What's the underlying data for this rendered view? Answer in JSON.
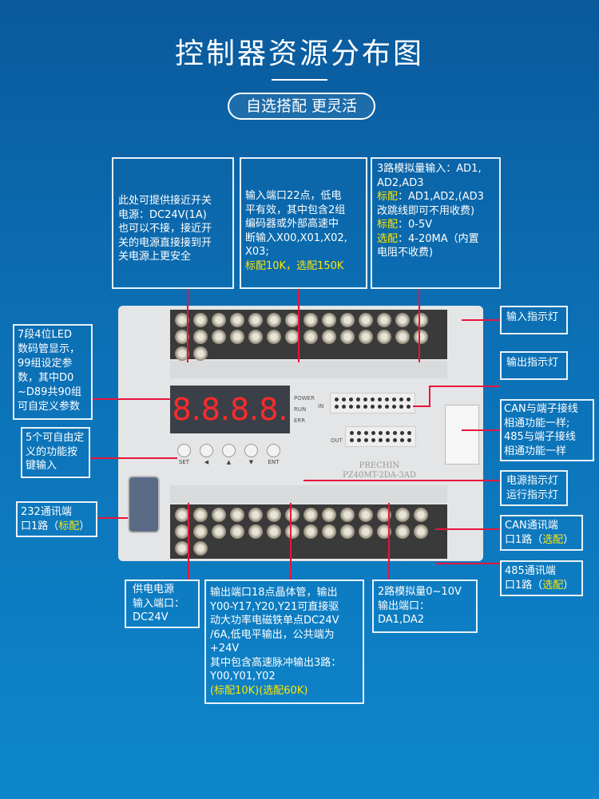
{
  "title": "控制器资源分布图",
  "subtitle": "自选搭配 更灵活",
  "device": {
    "brand": "PRECHIN",
    "model": "PZ40MT-2DA-3AD",
    "display": "8.8.8.8.",
    "status_leds": [
      "POWER",
      "RUN",
      "ERR"
    ],
    "buttons": [
      "SET",
      "◀",
      "▲",
      "▼",
      "ENT"
    ],
    "in_label": "IN",
    "out_label": "OUT"
  },
  "callouts": {
    "proximity_power": "此处可提供接近开关\n电源：DC24V(1A)\n也可以不接，接近开\n关的电源直接接到开\n关电源上更安全",
    "inputs": "输入端口22点，低电\n平有效，其中包含2组\n编码器或外部高速中\n断输入X00,X01,X02,\nX03;",
    "inputs_opt": "标配10K，选配150K",
    "analog_in_1": "3路模拟量输入：AD1,\nAD2,AD3",
    "analog_in_std_label": "标配",
    "analog_in_std": "：AD1,AD2,(AD3\n改跳线即可不用收费)",
    "analog_in_std2_label": "标配",
    "analog_in_std2": "：0-5V",
    "analog_in_opt_label": "选配",
    "analog_in_opt": "：4-20MA（内置\n电阻不收费)",
    "led_display": "7段4位LED\n数码管显示，\n99组设定参\n数，其中D0\n~D89共90组\n可自定义参数",
    "keys": "5个可自由定\n义的功能按\n键输入",
    "rs232": "232通讯端\n口1路（",
    "rs232_opt": "标配",
    "rs232_end": "）",
    "input_led": "输入指示灯",
    "output_led": "输出指示灯",
    "can485": "CAN与端子接线\n相通功能一样;\n485与端子接线\n相通功能一样",
    "power_run_led": "电源指示灯\n运行指示灯",
    "can_port": "CAN通讯端\n口1路（",
    "can_port_opt": "选配",
    "rs485_port": "485通讯端\n口1路（",
    "rs485_port_opt": "选配",
    "close_paren": "）",
    "power_input": "供电电源\n输入端口：\nDC24V",
    "outputs": "输出端口18点晶体管，输出\nY00-Y17,Y20,Y21可直接驱\n动大功率电磁铁单点DC24V\n/6A,低电平输出，公共端为\n+24V\n其中包含高速脉冲输出3路：\nY00,Y01,Y02",
    "outputs_opt": "(标配10K)(选配60K)",
    "analog_out": "2路模拟量0~10V\n输出端口：\nDA1,DA2"
  }
}
